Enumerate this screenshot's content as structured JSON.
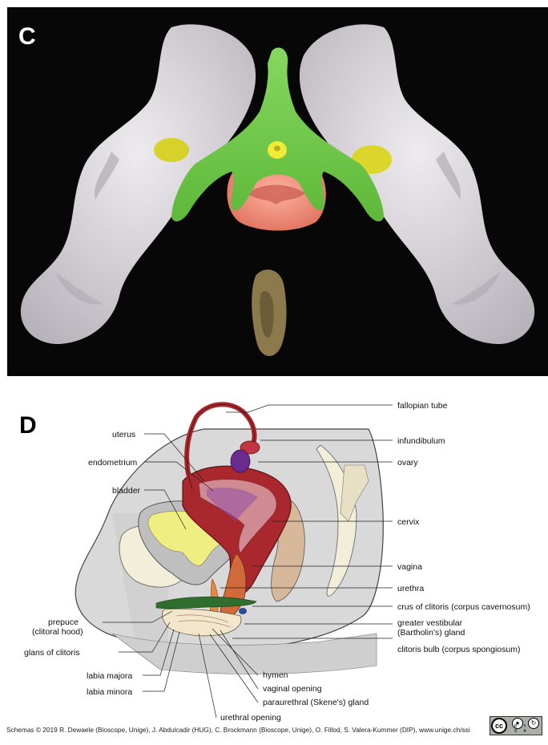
{
  "panels": {
    "top_letter": "C",
    "bottom_letter": "D"
  },
  "labels": {
    "fallopian_tube": "fallopian tube",
    "infundibulum": "infundibulum",
    "ovary": "ovary",
    "uterus": "uterus",
    "endometrium": "endometrium",
    "bladder": "bladder",
    "cervix": "cervix",
    "vagina": "vagina",
    "urethra": "urethra",
    "crus_of_clitoris": "crus of clitoris (corpus cavernosum)",
    "greater_vestibular_1": "greater vestibular",
    "greater_vestibular_2": "(Bartholin's) gland",
    "clitoris_bulb": "clitoris bulb (corpus spongiosum)",
    "prepuce_1": "prepuce",
    "prepuce_2": "(clitoral hood)",
    "glans_of_clitoris": "glans of clitoris",
    "labia_majora": "labia majora",
    "labia_minora": "labia minora",
    "hymen": "hymen",
    "vaginal_opening": "vaginal opening",
    "paraurethral_gland": "paraurethral (Skene's) gland",
    "urethral_opening": "urethral opening"
  },
  "credits": "Schemas © 2019 R. Dewaele (Bioscope, Unige), J. Abdulcadir (HUG), C. Brockmann (Bioscope, Unige), O. Fillod, S. Valera-Kummer (DIP), www.unige.ch/ssi",
  "license": {
    "badge_text": "cc",
    "by_text": "BY",
    "sa_text": "SA"
  },
  "colors": {
    "photo_background": "#070707",
    "pelvis_model": "#d8d4d9",
    "clitoris_model": "#72c74a",
    "vulva_model": "#ee8e7c",
    "ovary_model": "#dcd62c",
    "uterus": "#a8282d",
    "bladder": "#eeee82",
    "ovary": "#6a2a8e",
    "crus": "#2f6e2c"
  }
}
